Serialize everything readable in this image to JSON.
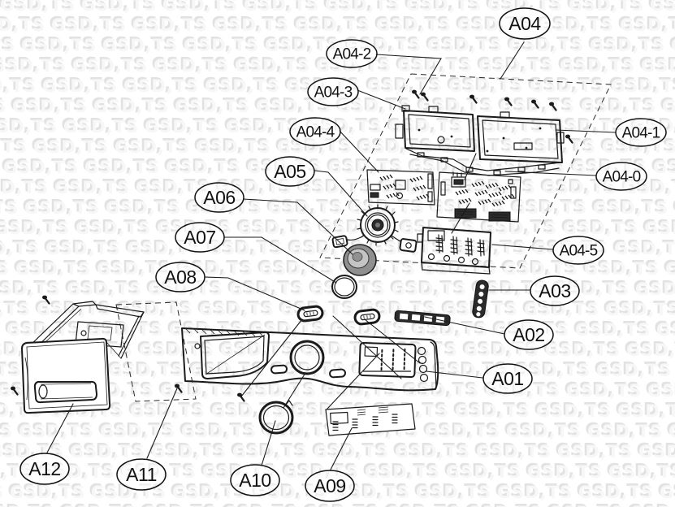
{
  "diagram": {
    "type": "exploded-parts-diagram",
    "subject": "washing machine control panel assembly",
    "background": "#ffffff",
    "line_color": "#1a1a1a",
    "watermark": {
      "text": "GSD,TS",
      "color": "#e9e9e9"
    },
    "callouts": {
      "a01": "A01",
      "a02": "A02",
      "a03": "A03",
      "a04": "A04",
      "a04_0": "A04-0",
      "a04_1": "A04-1",
      "a04_2": "A04-2",
      "a04_3": "A04-3",
      "a04_4": "A04-4",
      "a04_5": "A04-5",
      "a05": "A05",
      "a06": "A06",
      "a07": "A07",
      "a08": "A08",
      "a09": "A09",
      "a10": "A10",
      "a11": "A11",
      "a12": "A12"
    }
  }
}
